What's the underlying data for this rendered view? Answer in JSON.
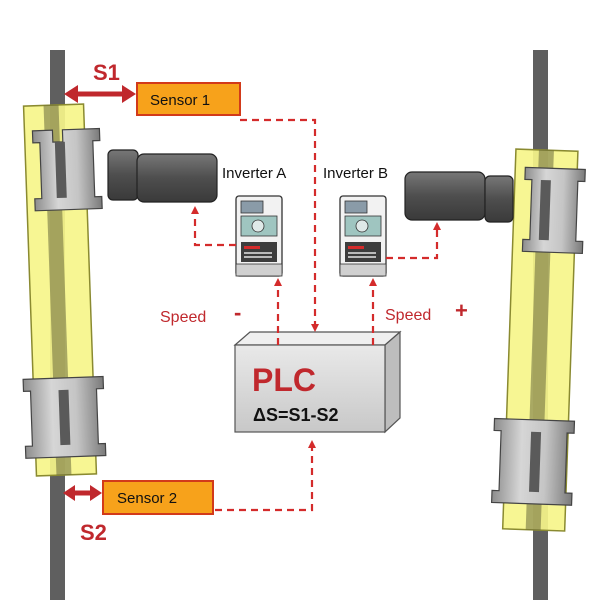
{
  "labels": {
    "s1": "S1",
    "s2": "S2",
    "sensor1": "Sensor 1",
    "sensor2": "Sensor 2",
    "inverter_a": "Inverter  A",
    "inverter_b": "Inverter  B",
    "speed_minus_text": "Speed",
    "speed_minus_sign": "-",
    "speed_plus_text": "Speed",
    "speed_plus_sign": "+",
    "plc_title": "PLC",
    "plc_formula": "ΔS=S1-S2"
  },
  "colors": {
    "arrow_red": "#c0282d",
    "sensor_fill": "#f7a21b",
    "yellow_frame": "#f6f58a",
    "rail": "#5f5f5f",
    "roller": "#b9b9b9",
    "motor": "#5d5d5d",
    "plc_box": "#d9d9d9",
    "dash_red": "#d42b2b"
  },
  "icons": {
    "inverter": "variable-frequency-drive-icon",
    "motor": "electric-motor-icon",
    "roller": "roller-spool-icon"
  }
}
